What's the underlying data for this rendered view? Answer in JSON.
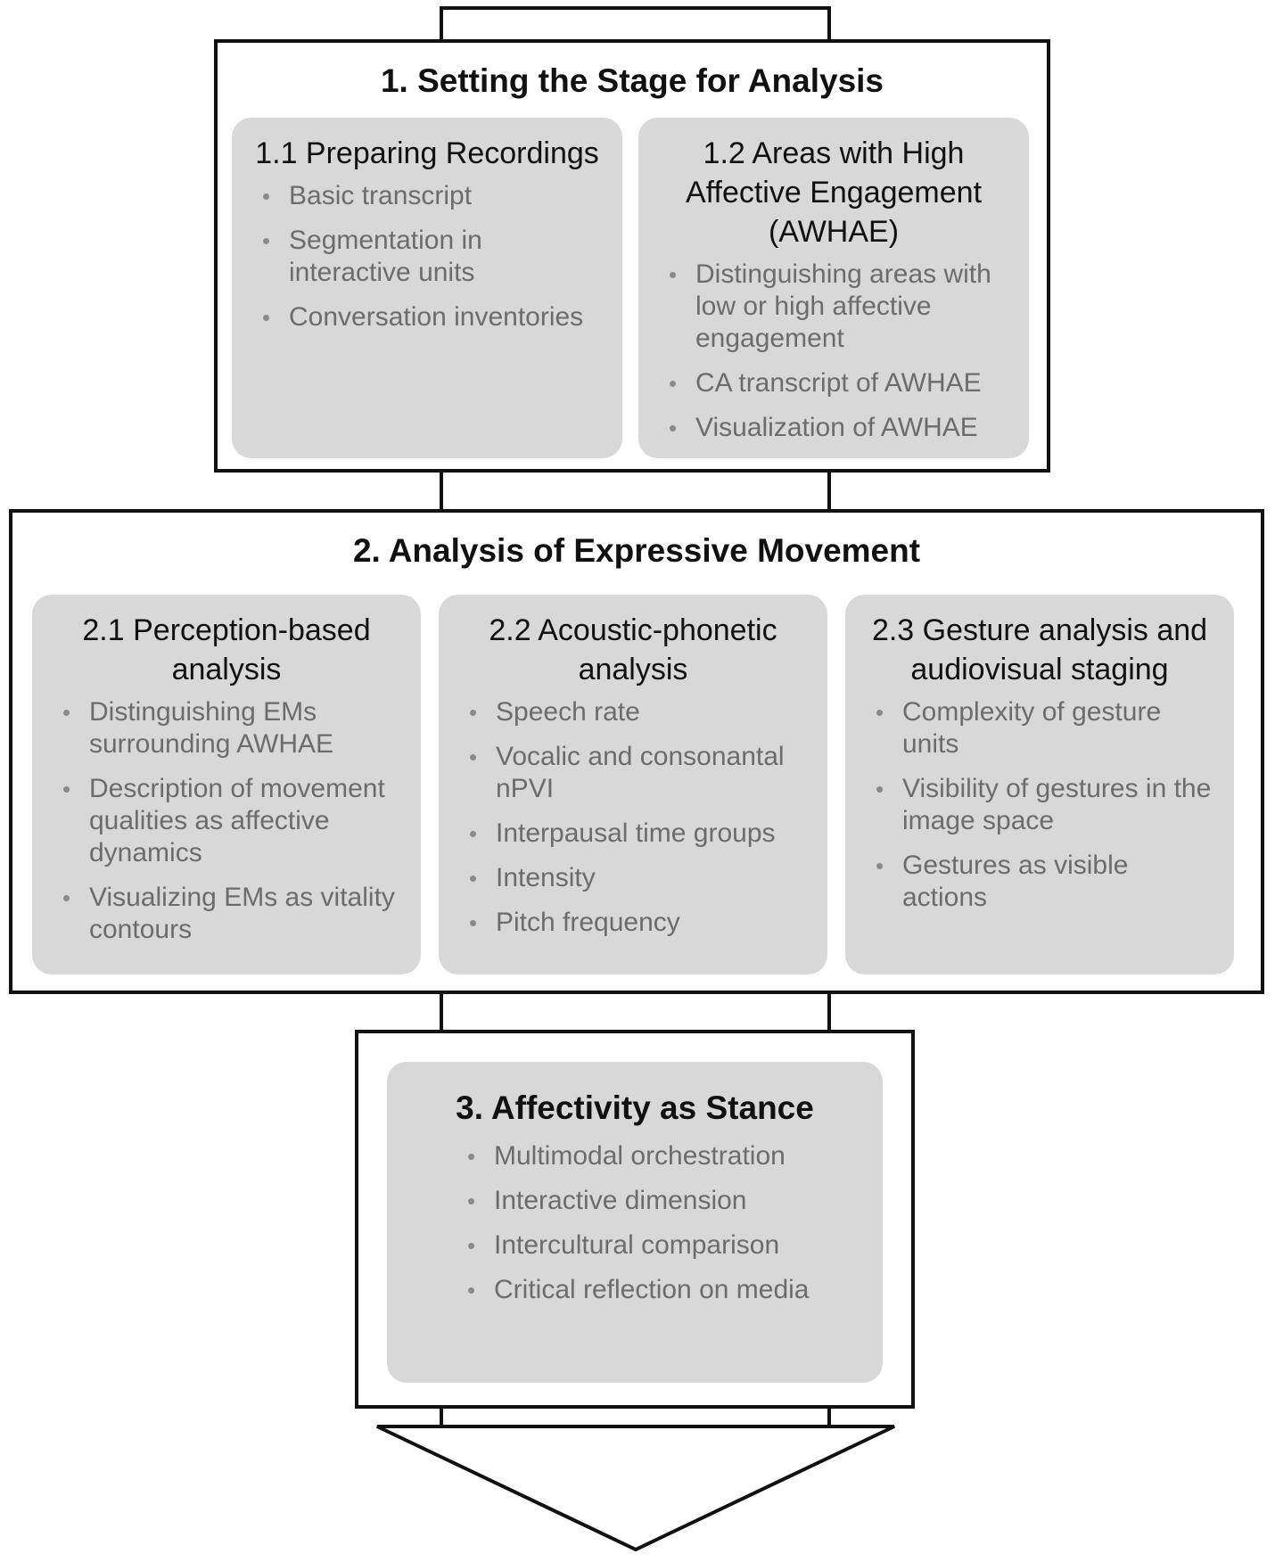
{
  "stages": [
    {
      "title": "1. Setting the Stage for Analysis",
      "cards": [
        {
          "title": "1.1 Preparing Recordings",
          "items": [
            "Basic transcript",
            "Segmentation in interactive units",
            "Conversation inventories"
          ]
        },
        {
          "title": "1.2 Areas with High Affective Engagement (AWHAE)",
          "items": [
            "Distinguishing areas with low or high affective engagement",
            "CA transcript of AWHAE",
            "Visualization of AWHAE"
          ]
        }
      ]
    },
    {
      "title": "2. Analysis of Expressive Movement",
      "cards": [
        {
          "title": "2.1 Perception-based analysis",
          "items": [
            "Distinguishing EMs surrounding AWHAE",
            "Description of movement qualities as affective dynamics",
            "Visualizing EMs as vitality contours"
          ]
        },
        {
          "title": "2.2 Acoustic-phonetic analysis",
          "items": [
            "Speech rate",
            "Vocalic and consonantal nPVI",
            "Interpausal time groups",
            "Intensity",
            "Pitch frequency"
          ]
        },
        {
          "title": "2.3 Gesture analysis and audiovisual staging",
          "items": [
            "Complexity of gesture units",
            "Visibility of gestures in the image space",
            "Gestures as visible actions"
          ]
        }
      ]
    },
    {
      "title": "3. Affectivity as Stance",
      "items": [
        "Multimodal orchestration",
        "Interactive dimension",
        "Intercultural comparison",
        "Critical reflection on media"
      ]
    }
  ],
  "colors": {
    "frame": "#111111",
    "card_fill": "#d8d8d8",
    "bullet_text": "#6c6c6c",
    "title_text": "#111111"
  }
}
